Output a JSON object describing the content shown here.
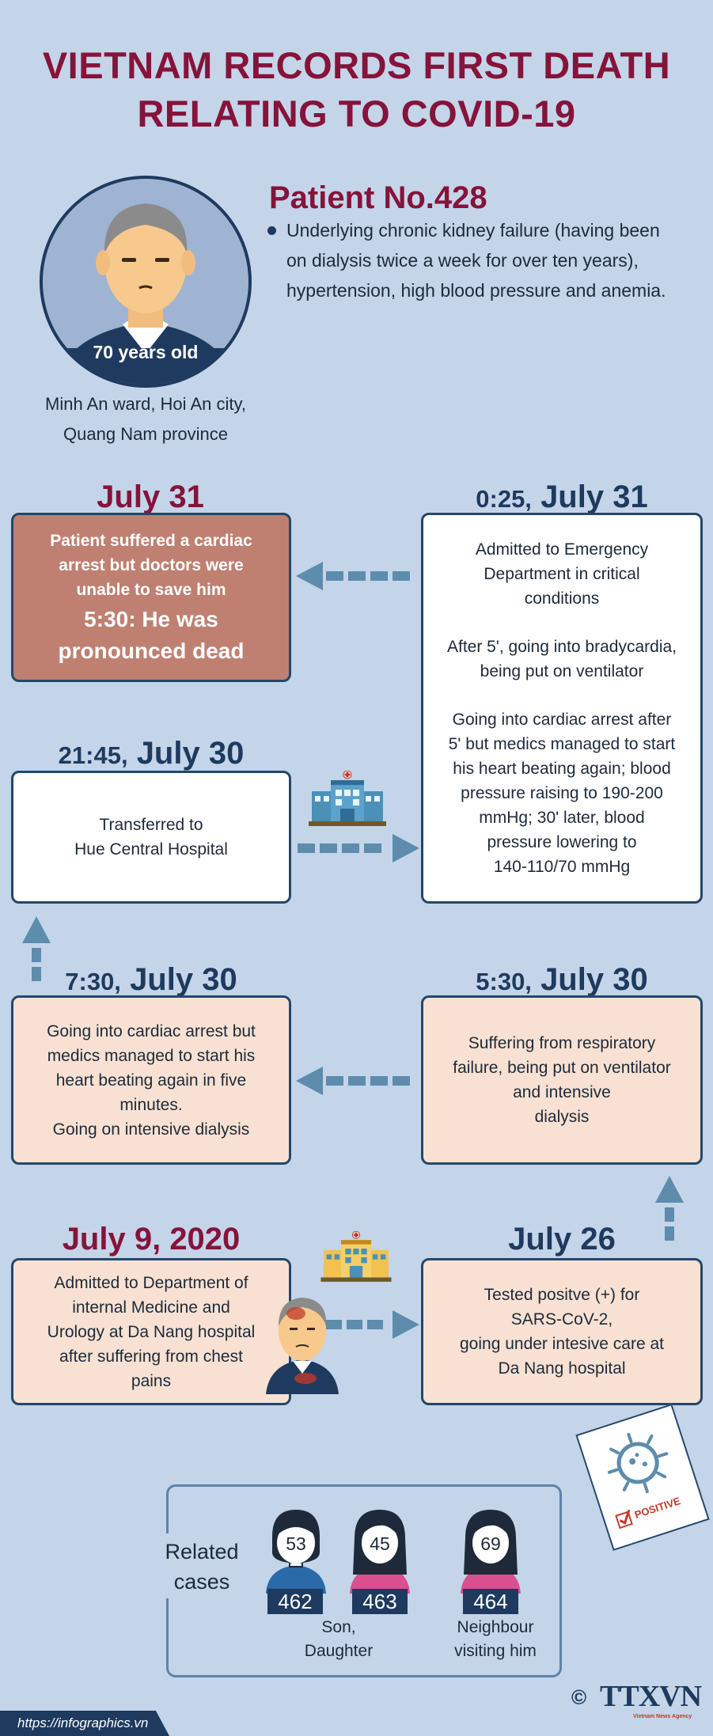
{
  "header": {
    "title_line1": "VIETNAM RECORDS FIRST DEATH",
    "title_line2": "RELATING TO COVID-19"
  },
  "patient": {
    "name": "Patient No.428",
    "age": "70 years old",
    "description_line1": "Underlying chronic kidney failure (having been",
    "description_line2": "on dialysis twice a week for over ten years),",
    "description_line3": "hypertension, high blood pressure and anemia.",
    "location_line1": "Minh An ward, Hoi An city,",
    "location_line2": "Quang Nam province"
  },
  "timeline": {
    "death": {
      "date": "July 31",
      "line1": "Patient suffered a cardiac",
      "line2": "arrest but doctors were",
      "line3": "unable to save him",
      "highlight1": "5:30: He was",
      "highlight2": "pronounced dead"
    },
    "emergency": {
      "time": "0:25,",
      "date": "July 31",
      "p1_line1": "Admitted to Emergency",
      "p1_line2": "Department in critical",
      "p1_line3": "conditions",
      "p2_line1": "After 5', going into bradycardia,",
      "p2_line2": "being put on ventilator",
      "p3_line1": "Going into cardiac arrest after",
      "p3_line2": "5' but medics managed to start",
      "p3_line3": "his heart beating again; blood",
      "p3_line4": "pressure raising to 190-200",
      "p3_line5": "mmHg; 30' later, blood",
      "p3_line6": "pressure lowering to",
      "p3_line7": "140-110/70 mmHg"
    },
    "transfer": {
      "time": "21:45,",
      "date": "July 30",
      "line1": "Transferred to",
      "line2": "Hue Central Hospital"
    },
    "arrest_0730": {
      "time": "7:30,",
      "date": "July 30",
      "line1": "Going into cardiac arrest but",
      "line2": "medics managed to start his",
      "line3": "heart beating again in five",
      "line4": "minutes.",
      "line5": "Going on intensive dialysis"
    },
    "respiratory_0530": {
      "time": "5:30,",
      "date": "July 30",
      "line1": "Suffering from respiratory",
      "line2": "failure, being put on ventilator",
      "line3": "and intensive",
      "line4": "dialysis"
    },
    "admitted": {
      "date": "July 9, 2020",
      "line1": "Admitted to Department of",
      "line2": "internal Medicine and",
      "line3": "Urology at Da Nang hospital",
      "line4": "after suffering from chest",
      "line5": "pains"
    },
    "tested": {
      "date": "July 26",
      "line1": "Tested positve (+) for",
      "line2": "SARS-CoV-2,",
      "line3": "going under intesive care at",
      "line4": "Da Nang hospital"
    }
  },
  "document_label": "POSITIVE",
  "related": {
    "label_line1": "Related",
    "label_line2": "cases",
    "people": [
      {
        "age": "53",
        "case": "462"
      },
      {
        "age": "45",
        "case": "463"
      },
      {
        "age": "69",
        "case": "464"
      }
    ],
    "caption1_line1": "Son,",
    "caption1_line2": "Daughter",
    "caption2_line1": "Neighbour",
    "caption2_line2": "visiting him"
  },
  "footer": {
    "url": "https://infographics.vn",
    "copyright": "©",
    "logo": "TTXVN",
    "logo_sub": "Vietnam News Agency"
  },
  "colors": {
    "background": "#c4d5e9",
    "title_red": "#86133a",
    "navy": "#1e3a5f",
    "peach": "#f8e1d2",
    "brown": "#bf8071",
    "arrow": "#5d8cad"
  }
}
